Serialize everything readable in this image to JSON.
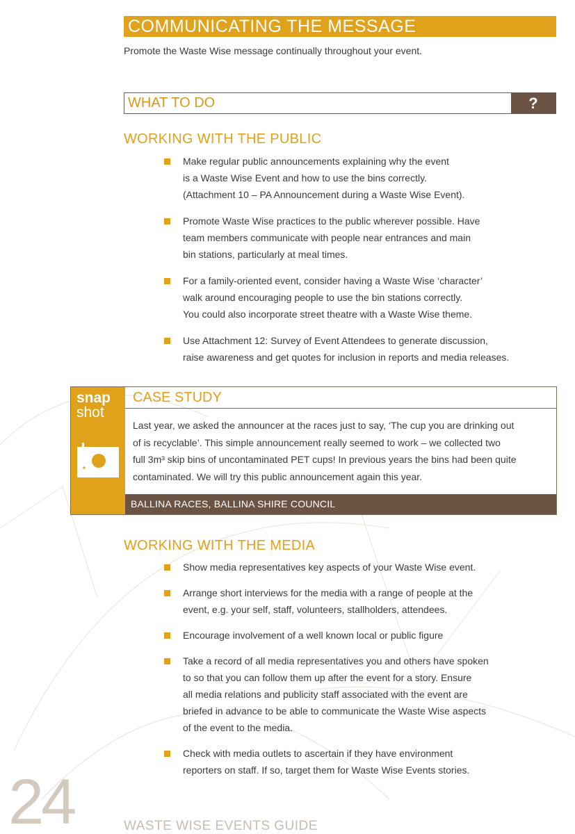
{
  "header": {
    "title": "COMMUNICATING THE MESSAGE",
    "intro": "Promote the Waste Wise message continually throughout your event."
  },
  "what_to_do": {
    "label": "WHAT TO DO",
    "icon_text": "?"
  },
  "public": {
    "heading": "WORKING WITH THE PUBLIC",
    "items": [
      [
        "Make regular public announcements explaining why the event",
        "is a Waste Wise Event and how to use the bins correctly.",
        "(Attachment 10 – PA Announcement during a Waste Wise Event)."
      ],
      [
        "Promote Waste Wise practices to the public wherever possible. Have",
        "team members communicate with people near entrances and main",
        "bin stations, particularly at meal times."
      ],
      [
        "For a family-oriented event, consider having a Waste Wise ‘character’",
        "walk around encouraging people to use the bin stations correctly.",
        "You could also incorporate street theatre with a Waste Wise theme."
      ],
      [
        "Use Attachment 12: Survey of Event Attendees to generate discussion,",
        "raise awareness and get quotes for inclusion in reports and media releases."
      ]
    ]
  },
  "case_study": {
    "snap": "snap",
    "shot": "shot",
    "title": "CASE STUDY",
    "lines": [
      "Last year, we asked the announcer at the races just to say, ‘The cup you are drinking out",
      "of is recyclable’. This simple announcement really seemed to work – we collected two",
      "full 3m³ skip bins of uncontaminated PET cups! In previous years the bins had been quite",
      "contaminated. We will try this public announcement again this year."
    ],
    "source": "BALLINA RACES, BALLINA SHIRE COUNCIL"
  },
  "media": {
    "heading": "WORKING WITH THE MEDIA",
    "items": [
      [
        "Show media representatives key aspects of your Waste Wise event."
      ],
      [
        "Arrange short interviews for the media with a range of people at the",
        "event, e.g. your self, staff, volunteers, stallholders, attendees."
      ],
      [
        "Encourage involvement of a well known local or public figure"
      ],
      [
        "Take a record of all media representatives you and others have spoken",
        "to so that you can follow them up after the event for a story. Ensure",
        "all media relations and publicity staff associated with the event are",
        "briefed in advance to be able to communicate the Waste Wise aspects",
        "of the event to the media."
      ],
      [
        "Check with media outlets to ascertain if they have environment",
        "reporters on staff. If so, target them for Waste Wise Events stories."
      ]
    ]
  },
  "footer": {
    "page_number": "24",
    "guide_title": "WASTE WISE EVENTS GUIDE"
  },
  "colors": {
    "accent": "#e0a11b",
    "brown": "#6b5443"
  }
}
